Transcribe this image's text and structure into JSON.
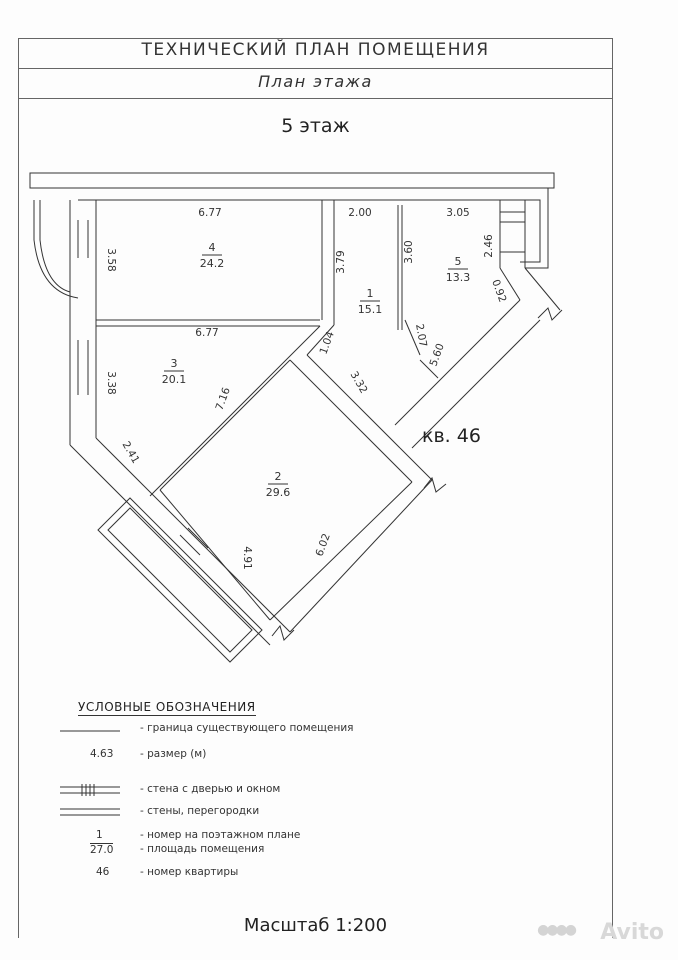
{
  "header": {
    "title": "ТЕХНИЧЕСКИЙ ПЛАН ПОМЕЩЕНИЯ",
    "subtitle": "План этажа",
    "floor": "5 этаж"
  },
  "plan": {
    "apartment_label": "кв. 46",
    "rooms": [
      {
        "number": "4",
        "area": "24.2"
      },
      {
        "number": "3",
        "area": "20.1"
      },
      {
        "number": "2",
        "area": "29.6"
      },
      {
        "number": "1",
        "area": "15.1"
      },
      {
        "number": "5",
        "area": "13.3"
      }
    ],
    "dimensions": {
      "r4_top": "6.77",
      "r4_left": "3.58",
      "r4_bottom": "6.77",
      "r3_left": "3.38",
      "r3_diag": "7.16",
      "r3_lower": "2.41",
      "r1_top": "2.00",
      "r1_left": "3.79",
      "r1_diag": "1.04",
      "r1_bottom": "3.32",
      "r5_top": "3.05",
      "r5_left": "3.60",
      "r5_right": "2.46",
      "r5_diag": "0.92",
      "r5_inner": "2.07",
      "r5_long": "5.60",
      "r2_left": "4.91",
      "r2_right": "6.02"
    }
  },
  "legend": {
    "title": "УСЛОВНЫЕ ОБОЗНАЧЕНИЯ",
    "items": [
      {
        "symbol": "",
        "desc": "- граница существующего  помещения"
      },
      {
        "symbol": "4.63",
        "desc": "- размер (м)"
      },
      {
        "symbol": "",
        "desc": "- стена с дверью и окном"
      },
      {
        "symbol": "",
        "desc": "- стены, перегородки"
      },
      {
        "symbol_num": "1",
        "symbol_area": "27.0",
        "desc1": "- номер на поэтажном плане",
        "desc2": "- площадь помещения"
      },
      {
        "symbol": "46",
        "desc": "- номер квартиры"
      }
    ]
  },
  "footer": {
    "scale": "Масштаб 1:200",
    "watermark": "Avito"
  }
}
